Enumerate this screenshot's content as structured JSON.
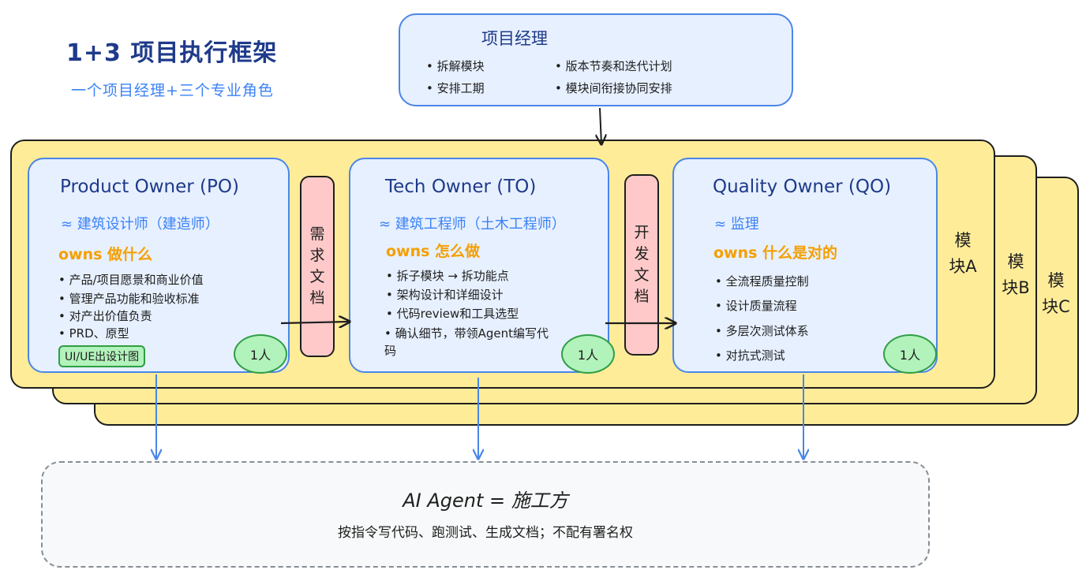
{
  "title": "1+3 项目执行框架",
  "subtitle": "一个项目经理+三个专业角色",
  "pm": {
    "title": "项目经理",
    "items_left": [
      "拆解模块",
      "安排工期"
    ],
    "items_right": [
      "版本节奏和迭代计划",
      "模块间衔接协同安排"
    ]
  },
  "modules": [
    "模块A",
    "模块B",
    "模块C"
  ],
  "roles": {
    "po": {
      "title": "Product Owner (PO)",
      "analog": "≈ 建筑设计师（建造师）",
      "owns": "owns 做什么",
      "items": [
        "产品/项目愿景和商业价值",
        "管理产品功能和验收标准",
        "对产出价值负责",
        "PRD、原型"
      ],
      "tag": "UI/UE出设计图",
      "people": "1人"
    },
    "to": {
      "title": "Tech Owner (TO)",
      "analog": "≈ 建筑工程师（土木工程师）",
      "owns": "owns 怎么做",
      "items": [
        "拆子模块 → 拆功能点",
        "架构设计和详细设计",
        "代码review和工具选型",
        "确认细节，带领Agent编写代码"
      ],
      "people": "1人"
    },
    "qo": {
      "title": "Quality Owner (QO)",
      "analog": "≈ 监理",
      "owns": "owns 什么是对的",
      "items": [
        "全流程质量控制",
        "设计质量流程",
        "多层次测试体系",
        "对抗式测试"
      ],
      "people": "1人"
    }
  },
  "docs": {
    "requirements": "需求文档",
    "development": "开发文档"
  },
  "agent": {
    "title": "AI Agent = 施工方",
    "desc": "按指令写代码、跑测试、生成文档；不配有署名权"
  },
  "colors": {
    "module_fill": "#ffec99",
    "role_fill": "#e7f0ff",
    "role_stroke": "#4a86e8",
    "owns_orange": "#f59f00",
    "doc_fill": "#ffc9c9",
    "people_fill": "#b2f2bb",
    "title_navy": "#1e3a8a"
  }
}
